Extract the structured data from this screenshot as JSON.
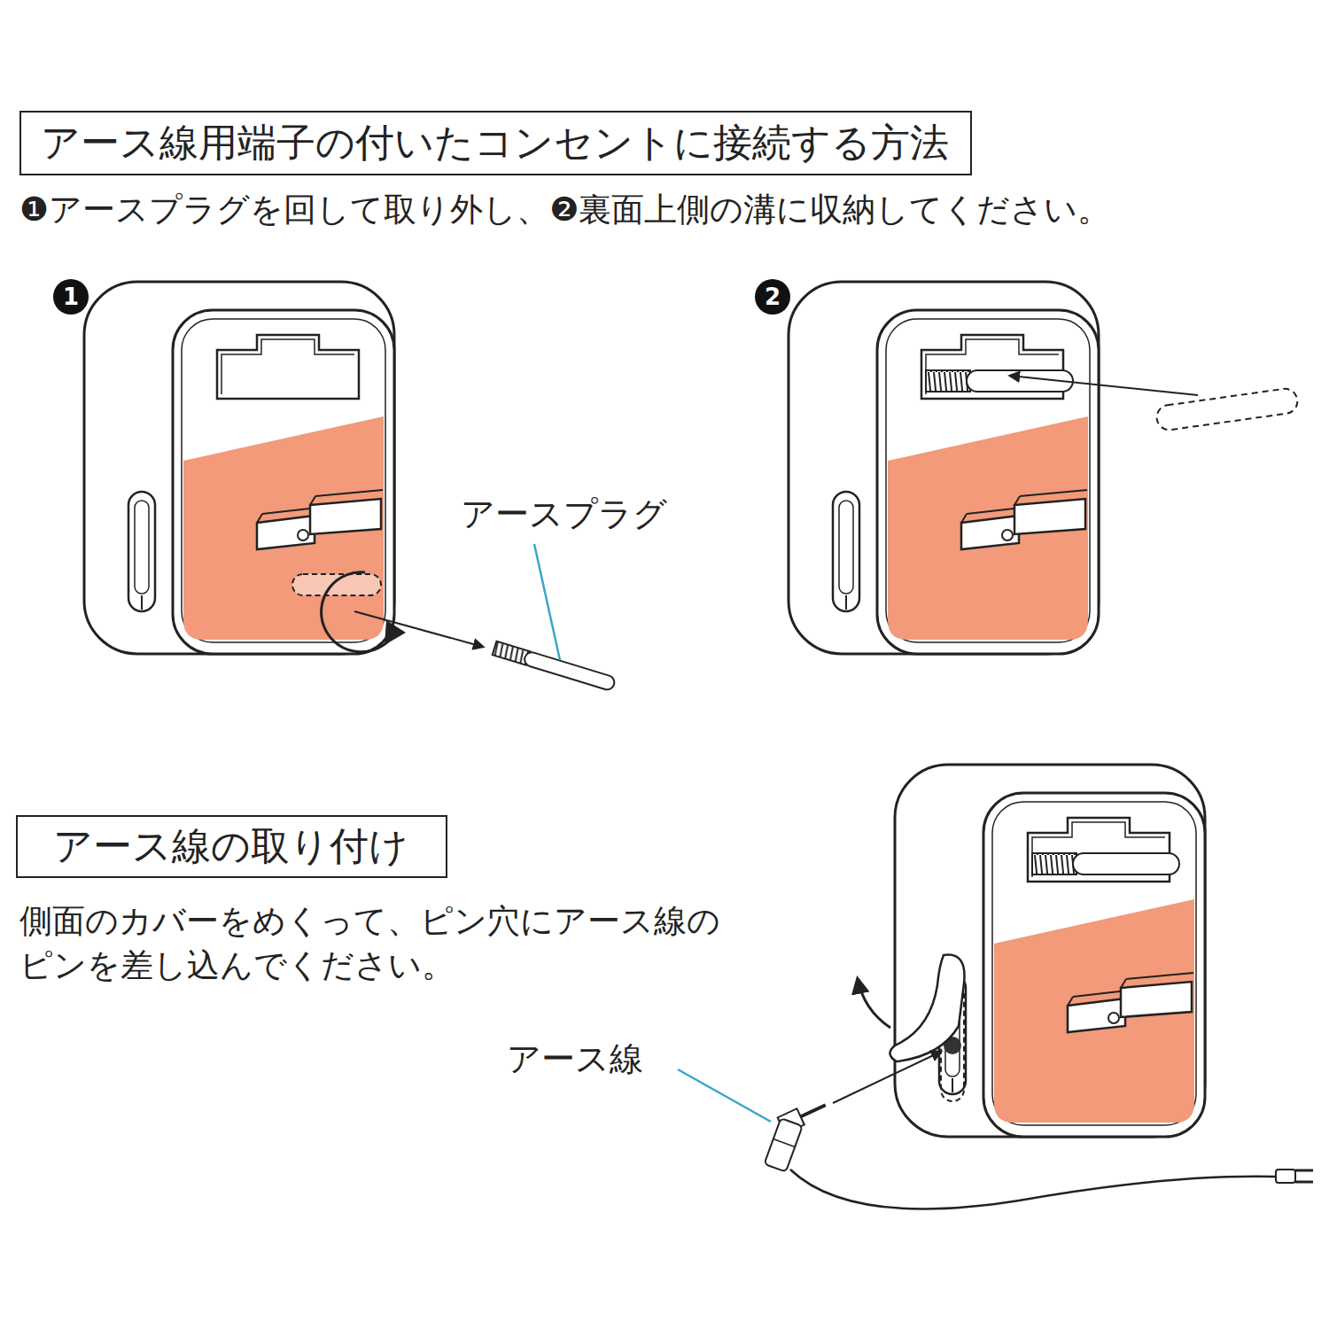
{
  "diagram": {
    "nodes": [
      {
        "text": [
          "アース線用端子の付いたコンセントに接続する方法"
        ]
      },
      {
        "text": [
          "アース線の取り付け"
        ]
      }
    ],
    "labels": [
      "❶アースプラグを回して取り外し、❷裏面上側の溝に収納してください。",
      "1",
      "アースプラグ",
      "2",
      "側面のカバーをめくって、ピン穴にアース線のピンを差し込んでください。",
      "アース線"
    ]
  }
}
